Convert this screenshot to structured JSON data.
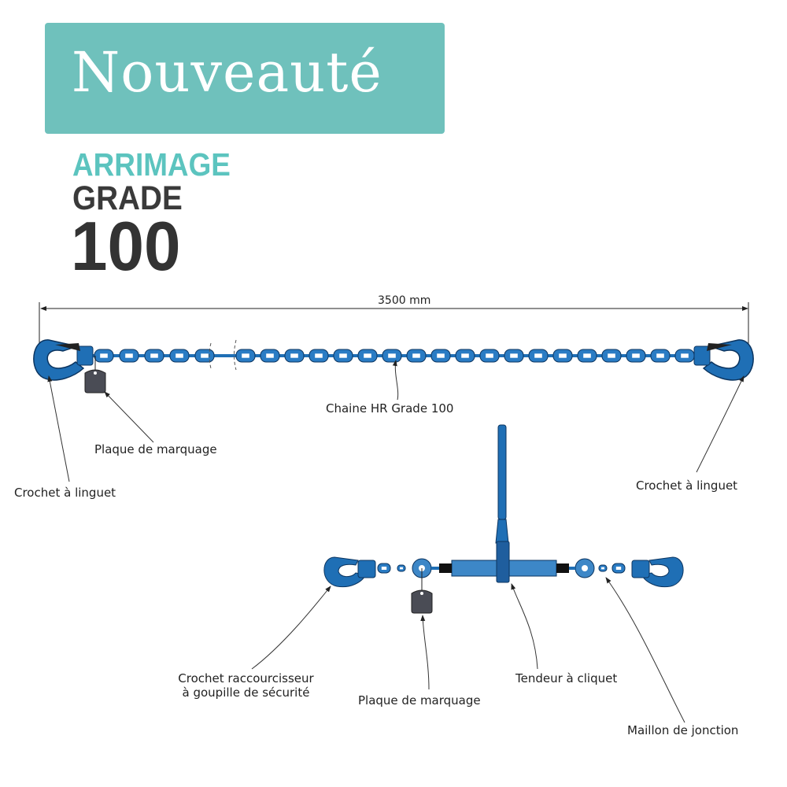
{
  "banner": {
    "title": "Nouveauté"
  },
  "heading": {
    "line1": "ARRIMAGE",
    "line2": "GRADE",
    "line3": "100"
  },
  "dimension": "3500 mm",
  "labels": {
    "chain": "Chaine HR Grade 100",
    "plate_top": "Plaque de marquage",
    "hook_left": "Crochet à linguet",
    "hook_right": "Crochet à linguet",
    "shortening_hook_1": "Crochet raccourcisseur",
    "shortening_hook_2": "à goupille de sécurité",
    "plate_bottom": "Plaque de marquage",
    "ratchet": "Tendeur à cliquet",
    "connector": "Maillon de jonction"
  },
  "colors": {
    "teal": "#6fc1bc",
    "chain_blue": "#1f6fb5",
    "dark": "#333333",
    "plate": "#4a4c55"
  }
}
